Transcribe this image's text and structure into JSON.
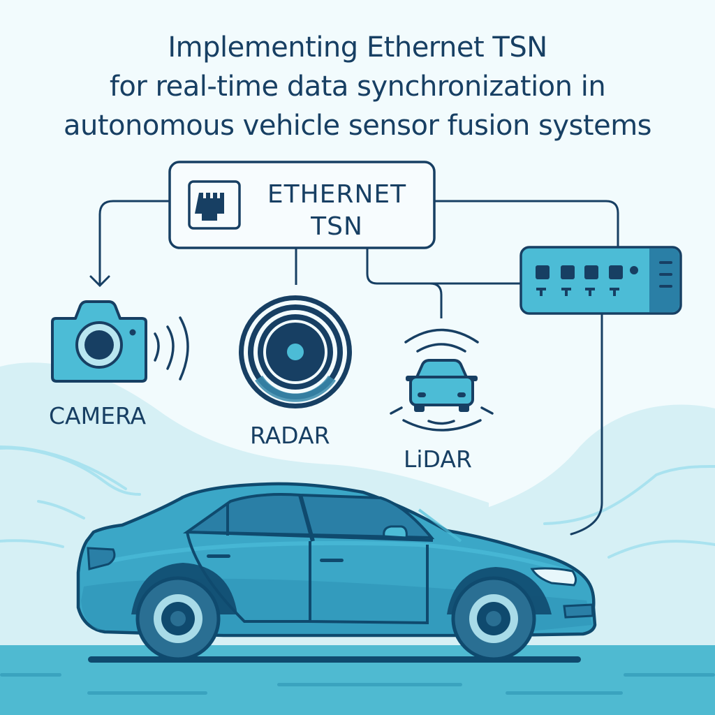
{
  "title": {
    "lines": [
      "Implementing Ethernet TSN",
      "for real-time data synchronization in",
      "autonomous vehicle sensor fusion systems"
    ]
  },
  "hub": {
    "label_line1": "ETHERNET",
    "label_line2": "TSN",
    "icon": "ethernet-port-icon"
  },
  "switch": {
    "icon": "network-switch-icon",
    "ports": 4
  },
  "sensors": [
    {
      "label": "CAMERA",
      "icon": "camera-icon"
    },
    {
      "label": "RADAR",
      "icon": "radar-icon"
    },
    {
      "label": "LiDAR",
      "icon": "lidar-car-icon"
    }
  ],
  "vehicle": {
    "icon": "sedan-car-icon"
  },
  "colors": {
    "navy": "#173f63",
    "outline": "#0f4a6e",
    "accent": "#4cbcd6",
    "car_body": "#3ba7c7",
    "car_dark": "#2a7fa6",
    "hill": "#d6f0f5",
    "road": "#4fbad1",
    "background": "#f2fbfd"
  }
}
